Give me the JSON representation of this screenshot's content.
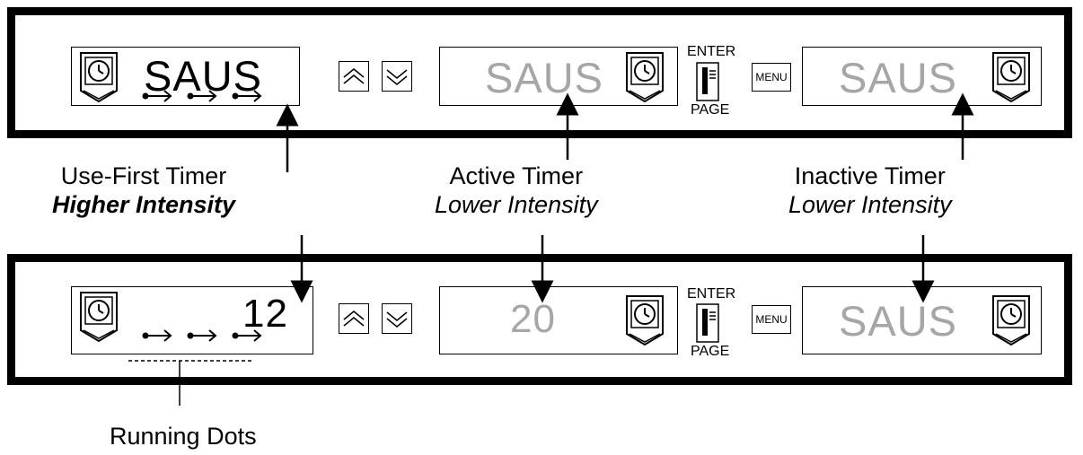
{
  "top_panel": {
    "use_first": {
      "text": "SAUS",
      "intensity": "higher"
    },
    "active": {
      "text": "SAUS",
      "intensity": "lower"
    },
    "inactive": {
      "text": "SAUS",
      "intensity": "lower"
    },
    "enter_label": "ENTER",
    "page_label": "PAGE",
    "menu_label": "MENU"
  },
  "bottom_panel": {
    "use_first": {
      "text": "12",
      "intensity": "higher"
    },
    "active": {
      "text": "20",
      "intensity": "lower"
    },
    "inactive": {
      "text": "SAUS",
      "intensity": "lower"
    },
    "enter_label": "ENTER",
    "page_label": "PAGE",
    "menu_label": "MENU"
  },
  "callouts": {
    "use_first": {
      "title": "Use-First Timer",
      "subtitle": "Higher Intensity"
    },
    "active": {
      "title": "Active Timer",
      "subtitle": "Lower Intensity"
    },
    "inactive": {
      "title": "Inactive Timer",
      "subtitle": "Lower Intensity"
    },
    "running_dots": {
      "title": "Running Dots"
    }
  },
  "colors": {
    "bright": "#000000",
    "dim": "#a6a6a6"
  },
  "icons": [
    "clock-icon",
    "chevron-up-icon",
    "chevron-down-icon",
    "enter-page-icon",
    "running-dots-arrow-icon"
  ]
}
